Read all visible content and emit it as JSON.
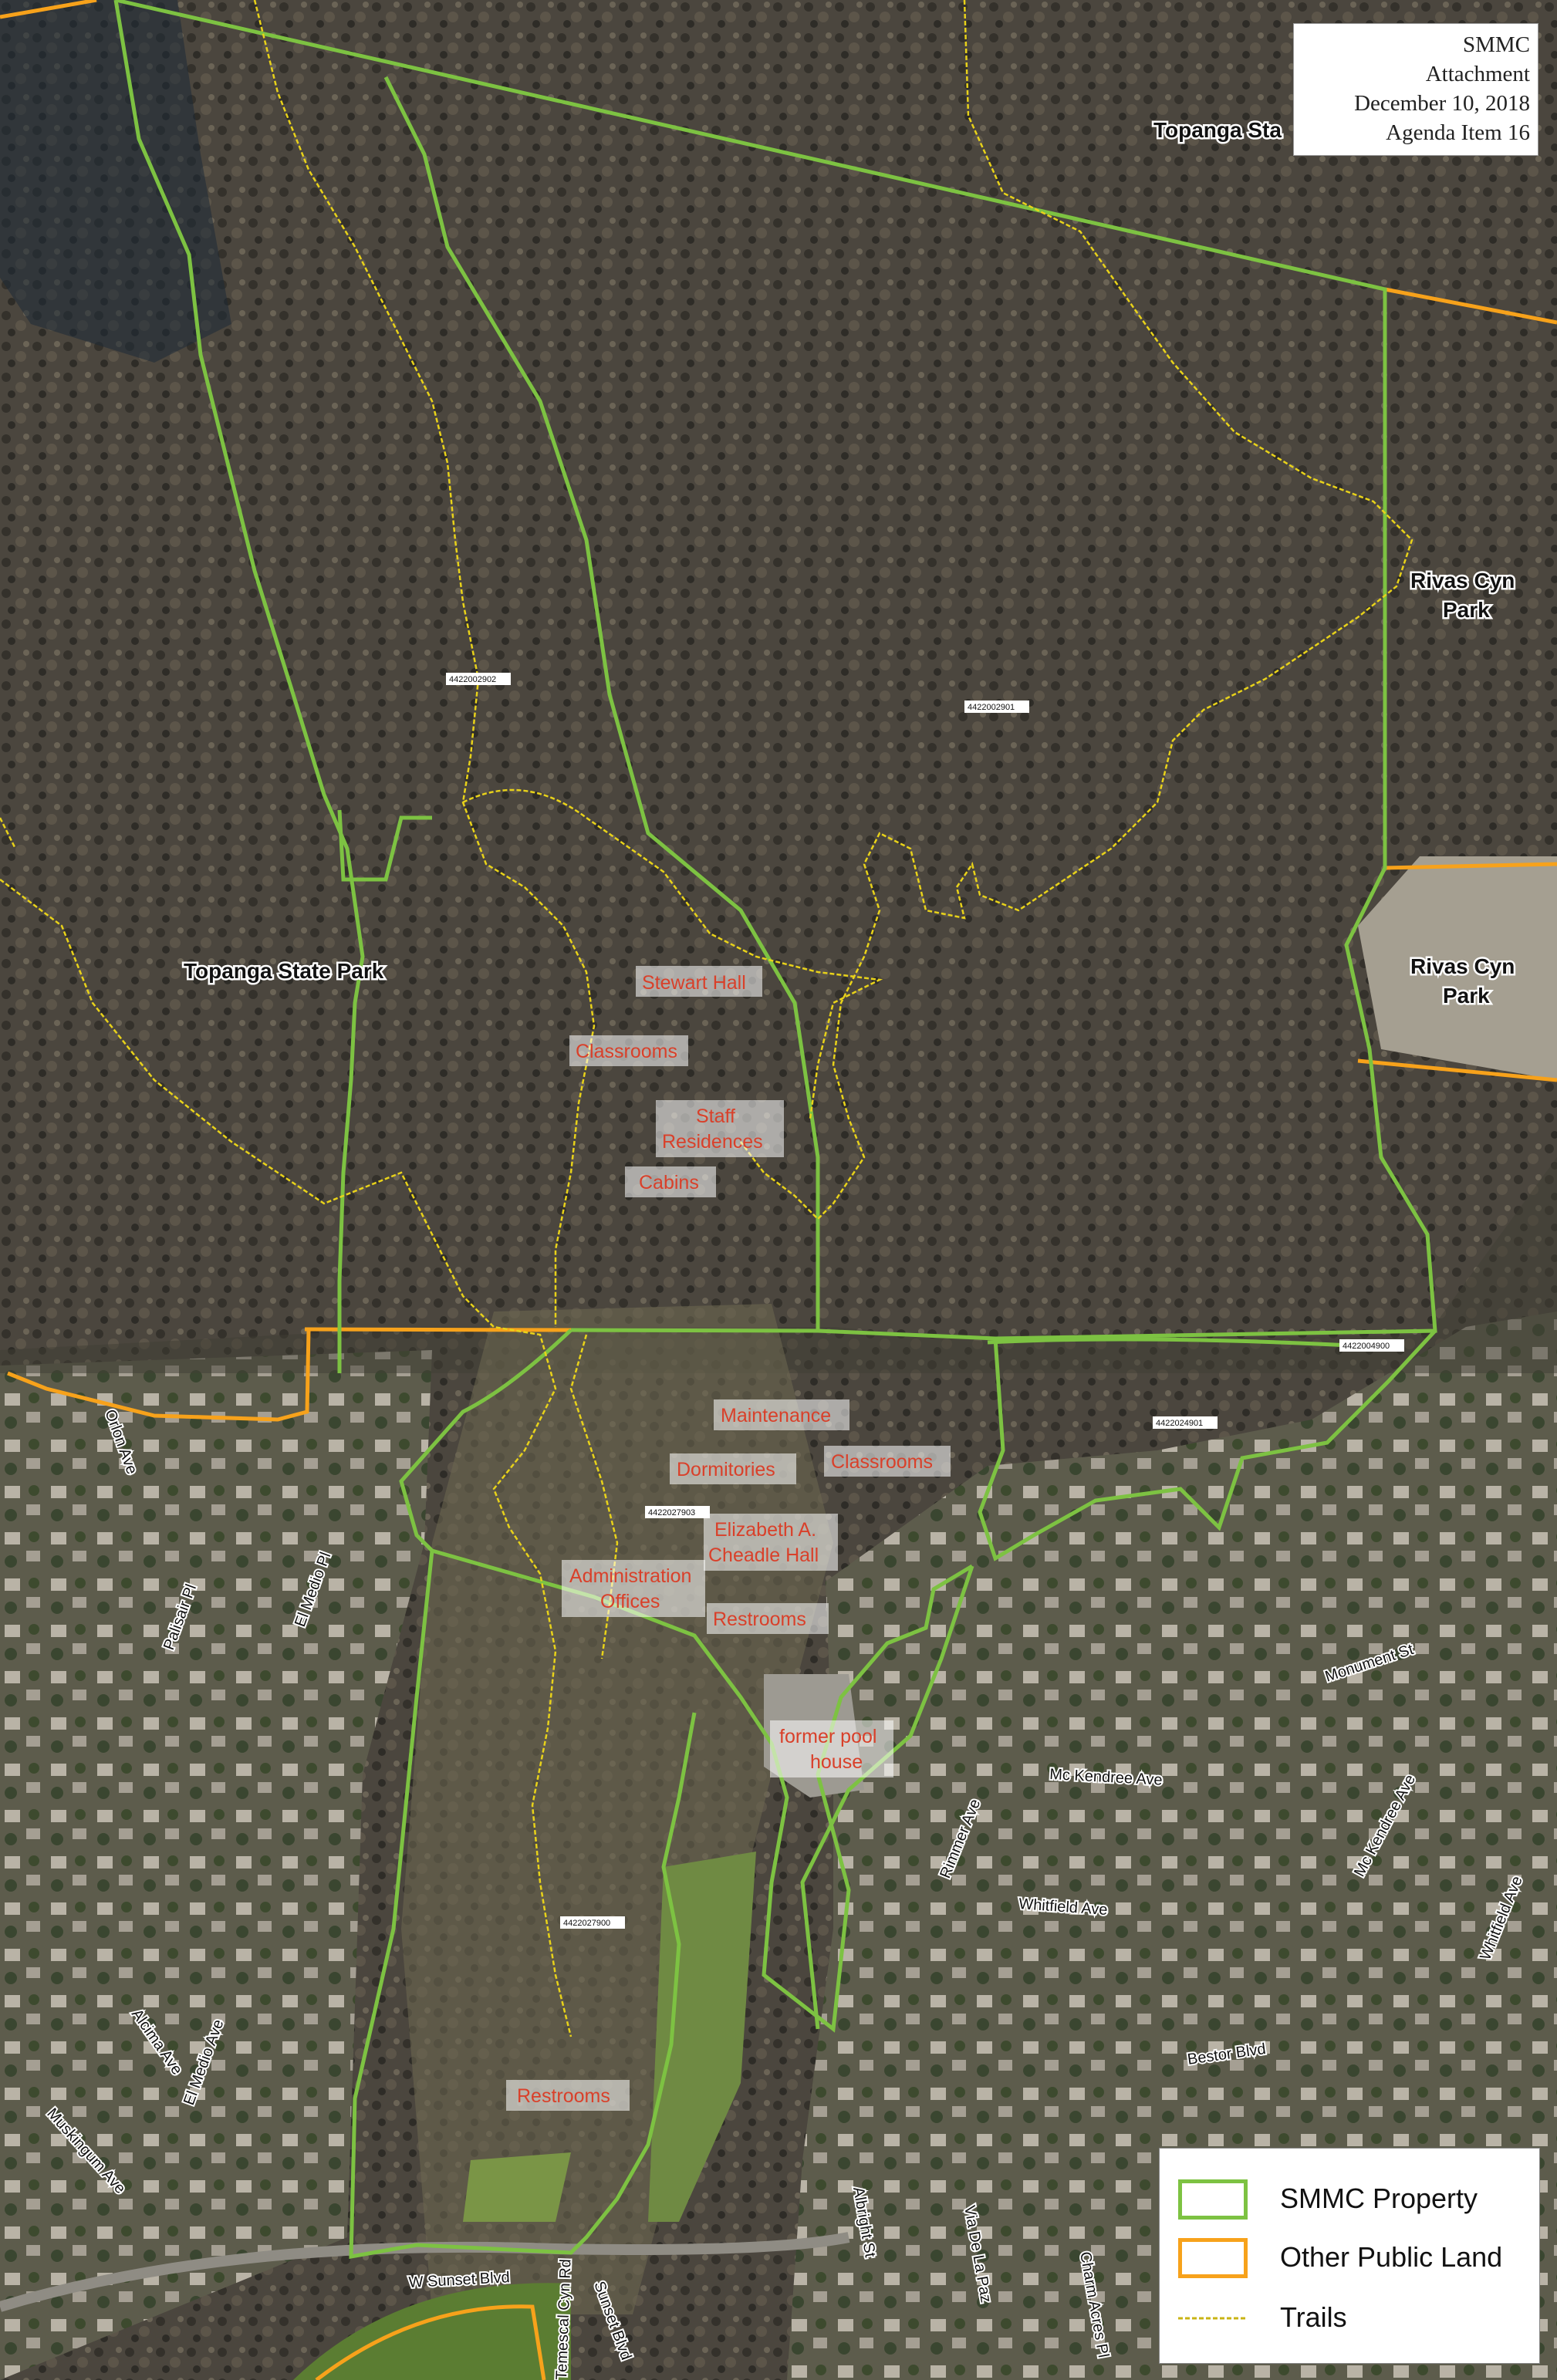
{
  "header": {
    "line1": "SMMC",
    "line2": "Attachment",
    "line3": "December 10, 2018",
    "line4": "Agenda Item 16"
  },
  "colors": {
    "smmc_property": "#7dc242",
    "other_public_land": "#f7a21b",
    "trails": "#e8d21a",
    "building_label": "#d9402a"
  },
  "park_labels": {
    "topanga_top": "Topanga Sta",
    "topanga_west": "Topanga State Park",
    "rivas_north_1": "Rivas Cyn",
    "rivas_north_2": "Park",
    "rivas_south_1": "Rivas Cyn",
    "rivas_south_2": "Park"
  },
  "building_labels": {
    "stewart_hall": "Stewart Hall",
    "classrooms_upper": "Classrooms",
    "staff_res_1": "Staff",
    "staff_res_2": "Residences",
    "cabins": "Cabins",
    "maintenance": "Maintenance",
    "dormitories": "Dormitories",
    "classrooms_lower": "Classrooms",
    "cheadle_1": "Elizabeth A.",
    "cheadle_2": "Cheadle Hall",
    "admin_1": "Administration",
    "admin_2": "Offices",
    "restrooms_upper": "Restrooms",
    "pool_1": "former pool",
    "pool_2": "house",
    "restrooms_lower": "Restrooms"
  },
  "parcel_ids": {
    "p1": "4422002902",
    "p2": "4422002901",
    "p3": "4422004900",
    "p4": "4422024901",
    "p5": "4422027903",
    "p6": "4422027900"
  },
  "streets": {
    "orlon": "Orlon Ave",
    "palisair": "Palisair Pl",
    "el_medio_pl": "El Medio Pl",
    "alcima": "Alcima Ave",
    "el_medio_ave": "El Medio Ave",
    "muskingum": "Muskingum Ave",
    "sunset_w": "W Sunset Blvd",
    "temescal": "Temescal Cyn Rd",
    "sunset": "Sunset Blvd",
    "monument": "Monument St",
    "mckendree": "Mc Kendree Ave",
    "mckendree_2": "Mc Kendree Ave",
    "rimmer": "Rimmer Ave",
    "whitfield": "Whitfield Ave",
    "whitfield_2": "Whitfield Ave",
    "bestor": "Bestor Blvd",
    "albright": "Albright St",
    "via_de_la_paz": "Via De La Paz",
    "charm_acres": "Charm Acres Pl"
  },
  "legend": {
    "smmc": "SMMC Property",
    "other": "Other Public Land",
    "trails": "Trails"
  }
}
